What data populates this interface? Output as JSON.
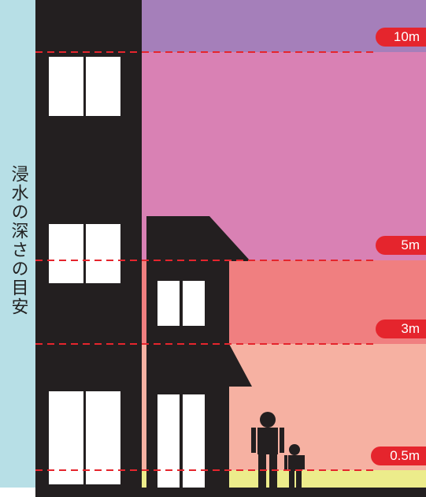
{
  "caption": "浸水の深さの目安",
  "colors": {
    "side_panel": "#b7dfe6",
    "zone_above_10m": "#a57fba",
    "zone_5m_to_10m": "#d981b4",
    "zone_3m_to_5m": "#f07f80",
    "zone_05m_to_3m": "#f6b1a2",
    "zone_below_05m": "#ecec8b",
    "building": "#231f20",
    "window": "#ffffff",
    "dashed_line": "#e5252d",
    "label_fill": "#e5252d"
  },
  "levels": [
    {
      "label": "10m",
      "depth_m": 10
    },
    {
      "label": "5m",
      "depth_m": 5
    },
    {
      "label": "3m",
      "depth_m": 3
    },
    {
      "label": "0.5m",
      "depth_m": 0.5
    }
  ],
  "figures": [
    "adult-figure-icon",
    "child-figure-icon"
  ]
}
